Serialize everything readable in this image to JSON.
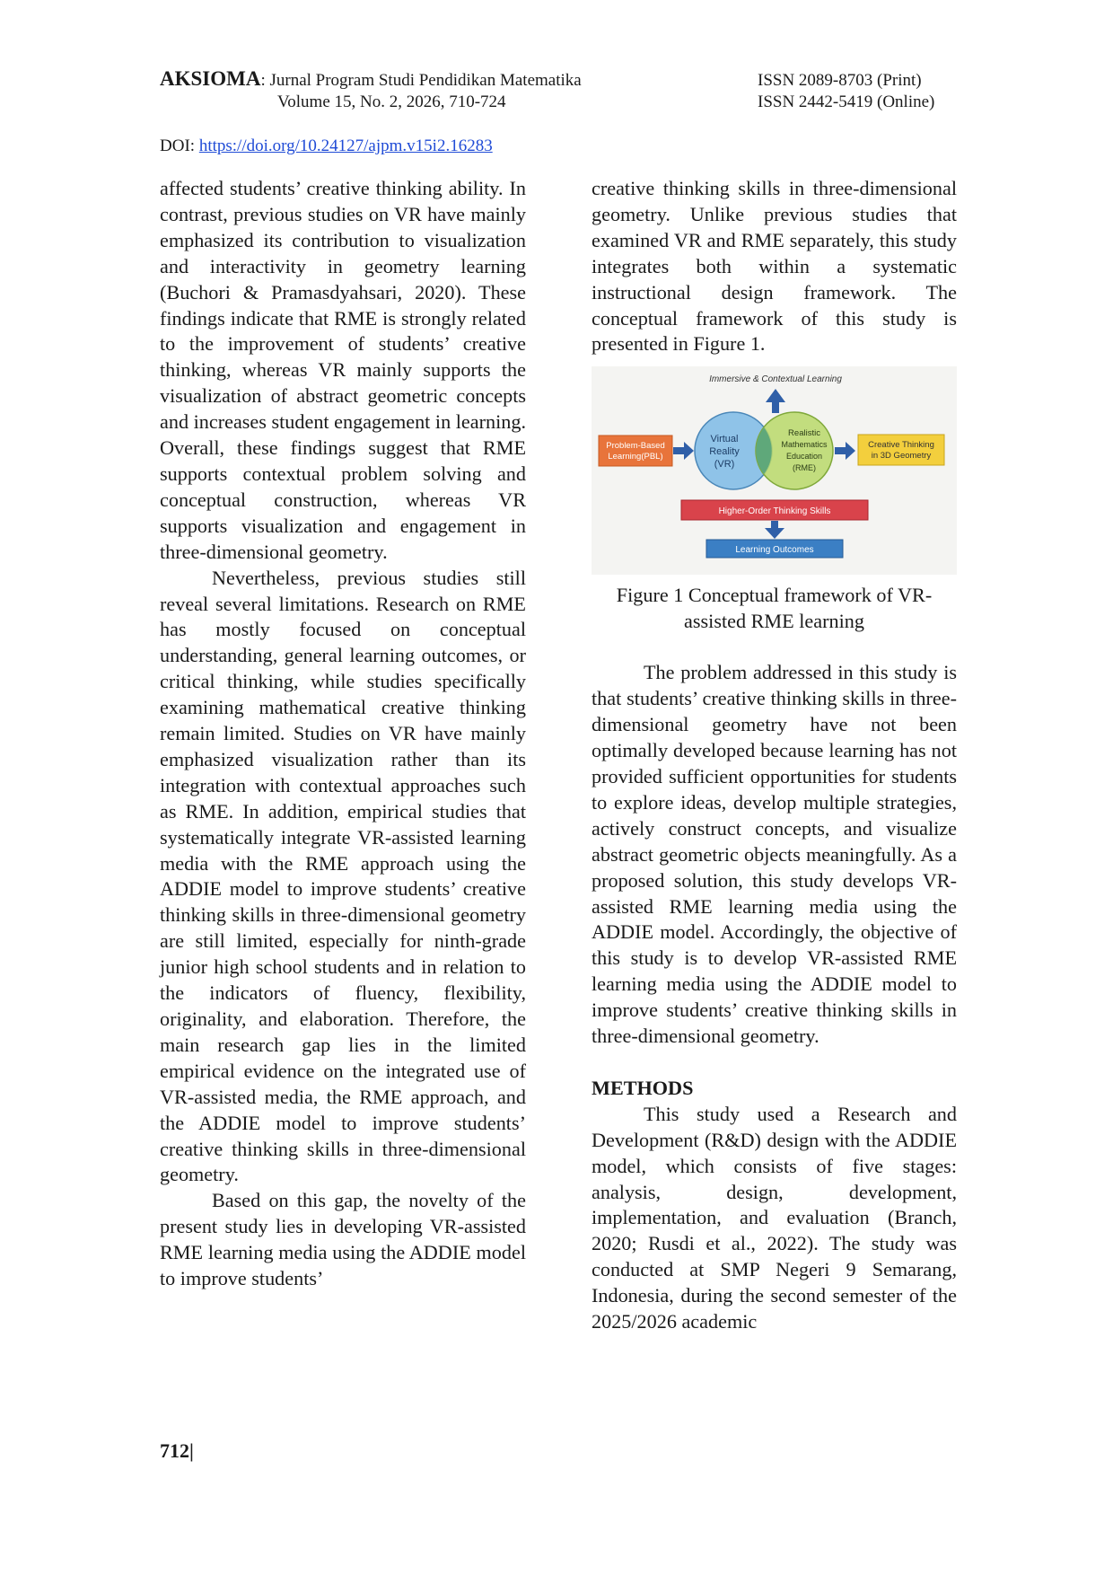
{
  "header": {
    "journal_name": "AKSIOMA",
    "journal_subtitle": ": Jurnal Program Studi Pendidikan Matematika",
    "volume": "Volume 15, No. 2, 2026, 710-724",
    "issn_print": "ISSN 2089-8703 (Print)",
    "issn_online": "ISSN 2442-5419 (Online)",
    "doi_label": "DOI: ",
    "doi_link": "https://doi.org/10.24127/ajpm.v15i2.16283"
  },
  "left_column": {
    "p1": "affected students’ creative thinking ability. In contrast, previous studies on VR have mainly emphasized its contribution to visualization and interactivity in geometry learning (Buchori & Pramasdyahsari, 2020). These findings indicate that RME is strongly related to the improvement of students’ creative thinking, whereas VR mainly supports the visualization of abstract geometric concepts and increases student engagement in learning. Overall, these findings suggest that RME supports contextual problem solving and conceptual construction, whereas VR supports visualization and engagement in three-dimensional geometry.",
    "p2": "Nevertheless, previous studies still reveal several limitations. Research on RME has mostly focused on conceptual understanding, general learning outcomes, or critical thinking, while studies specifically examining mathematical creative thinking remain limited. Studies on VR have mainly emphasized visualization rather than its integration with contextual approaches such as RME. In addition, empirical studies that systematically integrate VR-assisted learning media with the RME approach using the ADDIE model to improve students’ creative thinking skills in three-dimensional geometry are still limited, especially for ninth-grade junior high school students and in relation to the indicators of fluency, flexibility, originality, and elaboration. Therefore, the main research gap lies in the limited empirical evidence on the integrated use of VR-assisted media, the RME approach, and the ADDIE model to improve students’ creative thinking skills in three-dimensional geometry.",
    "p3": "Based on this gap, the novelty of the present study lies in developing VR-assisted RME learning media using the ADDIE model to improve students’"
  },
  "right_column": {
    "p1": "creative thinking skills in three-dimensional geometry. Unlike previous studies that examined VR and RME separately, this study integrates both within a systematic instructional design framework. The conceptual framework of this study is presented in Figure 1.",
    "figure": {
      "top_label": "Immersive & Contextual Learning",
      "left_box": [
        "Problem-Based",
        "Learning(PBL)"
      ],
      "circle_left": [
        "Virtual",
        "Reality",
        "(VR)"
      ],
      "circle_right": [
        "Realistic",
        "Mathematics",
        "Education",
        "(RME)"
      ],
      "right_box": [
        "Creative Thinking",
        "in 3D Geometry"
      ],
      "bottom_box": "Higher-Order Thinking Skills",
      "outcome_box": "Learning Outcomes",
      "colors": {
        "pbl": "#e8743b",
        "vr": "#8fc3e8",
        "rme": "#b9d86a",
        "creative": "#f3cf3d",
        "hots": "#d9434b",
        "outcomes": "#3b7fc4",
        "arrow": "#2f5fa8"
      }
    },
    "caption_line1": "Figure 1 Conceptual framework of VR-",
    "caption_line2": "assisted RME learning",
    "p2": "The problem addressed in this study is that students’ creative thinking skills in three-dimensional geometry have not been optimally developed because learning has not provided sufficient opportunities for students to explore ideas, develop multiple strategies, actively construct concepts, and visualize abstract geometric objects meaningfully. As a proposed solution, this study develops VR-assisted RME learning media using the ADDIE model. Accordingly, the objective of this study is to develop VR-assisted RME learning media using the ADDIE model to improve students’ creative thinking skills in three-dimensional geometry.",
    "methods_heading": "METHODS",
    "p3": "This study used a Research and Development (R&D) design with the ADDIE model, which consists of five stages: analysis, design, development, implementation, and evaluation (Branch, 2020; Rusdi et al., 2022). The study was conducted at SMP Negeri 9 Semarang, Indonesia, during the second semester of the 2025/2026 academic"
  },
  "page_number": "712|"
}
